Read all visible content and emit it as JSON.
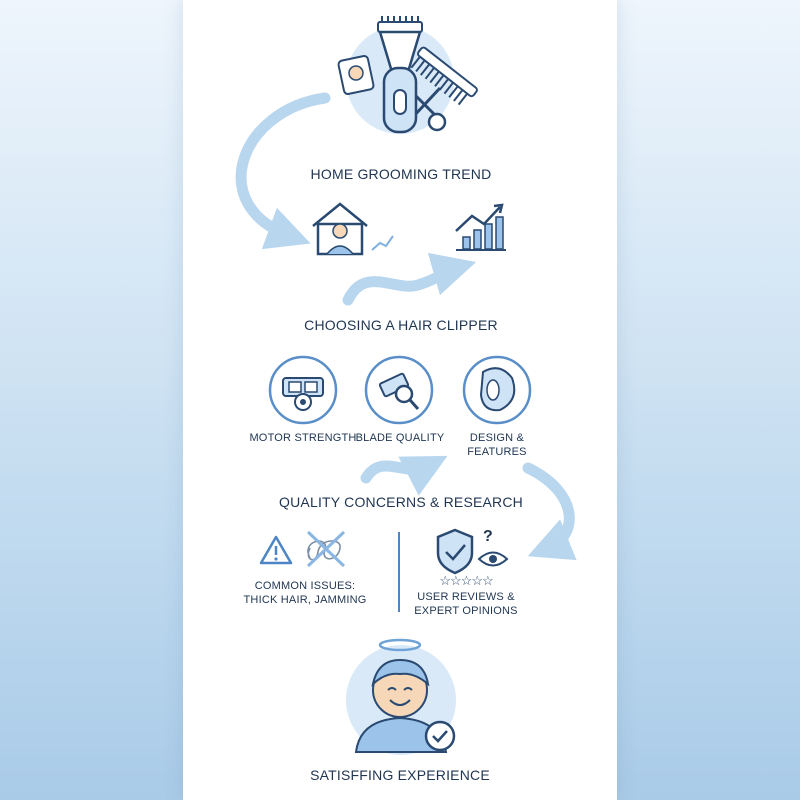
{
  "colors": {
    "background_top": "#eef5fc",
    "background_bottom": "#a9cbe8",
    "panel": "#ffffff",
    "accent_blue": "#4d86c4",
    "light_blue": "#b9d6ef",
    "navy": "#1f3552"
  },
  "sections": {
    "trend": {
      "title": "HOME GROOMING TREND"
    },
    "choosing": {
      "title": "CHOOSING A HAIR CLIPPER",
      "factors": [
        {
          "label": "MOTOR STRENGTH",
          "icon": "motor-gear-icon"
        },
        {
          "label": "BLADE QUALITY",
          "icon": "blade-magnifier-icon"
        },
        {
          "label_line1": "DESIGN &",
          "label_line2": "FEATURES",
          "icon": "clipper-head-icon"
        }
      ]
    },
    "quality": {
      "title": "QUALITY CONCERNS & RESEARCH",
      "issues_line1": "COMMON ISSUES:",
      "issues_line2": "THICK HAIR, JAMMING",
      "reviews_line1": "USER REVIEWS &",
      "reviews_line2": "EXPERT OPINIONS",
      "question_mark": "?",
      "stars": "☆☆☆☆☆"
    },
    "result": {
      "title": "SATISFFING EXPERIENCE"
    }
  },
  "icons": [
    "hair-clipper-icon",
    "comb-icon",
    "scissors-icon",
    "portrait-icon",
    "house-person-icon",
    "bar-chart-up-icon",
    "warning-icon",
    "tangled-hair-icon",
    "shield-check-icon",
    "eye-icon",
    "happy-person-icon",
    "halo-icon",
    "check-badge-icon"
  ]
}
